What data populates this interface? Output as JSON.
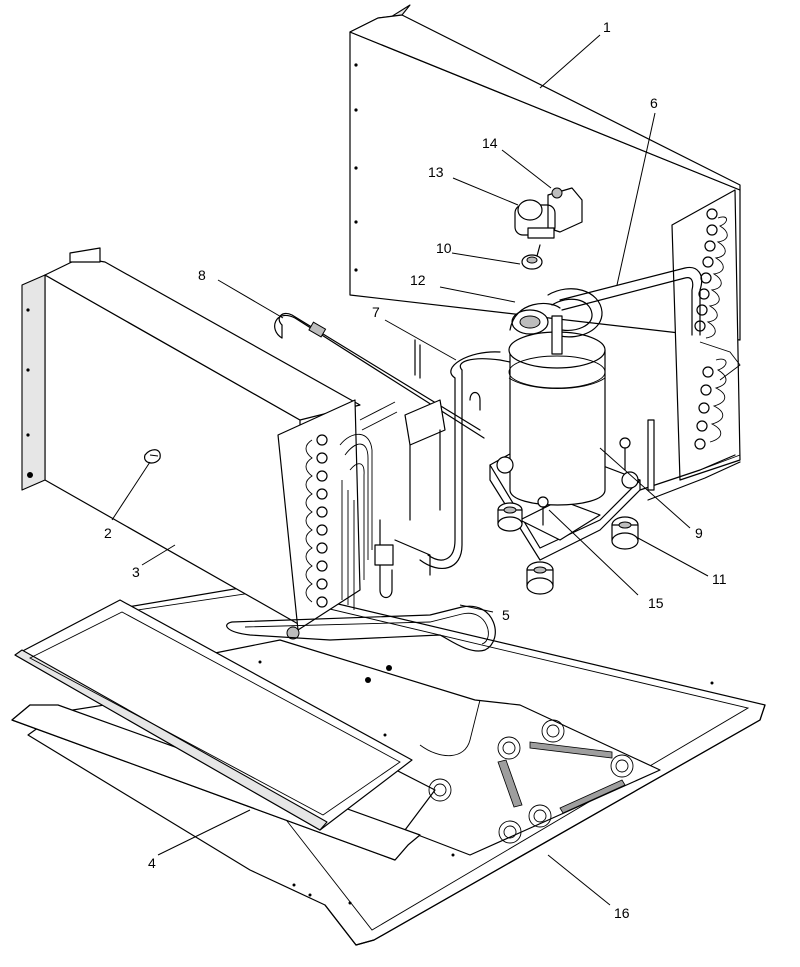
{
  "diagram": {
    "type": "exploded-parts-view",
    "callouts": [
      {
        "id": "1",
        "label": "1"
      },
      {
        "id": "2",
        "label": "2"
      },
      {
        "id": "3",
        "label": "3"
      },
      {
        "id": "4",
        "label": "4"
      },
      {
        "id": "5",
        "label": "5"
      },
      {
        "id": "6",
        "label": "6"
      },
      {
        "id": "7",
        "label": "7"
      },
      {
        "id": "8",
        "label": "8"
      },
      {
        "id": "9",
        "label": "9"
      },
      {
        "id": "10",
        "label": "10"
      },
      {
        "id": "11",
        "label": "11"
      },
      {
        "id": "12",
        "label": "12"
      },
      {
        "id": "13",
        "label": "13"
      },
      {
        "id": "14",
        "label": "14"
      },
      {
        "id": "15",
        "label": "15"
      },
      {
        "id": "16",
        "label": "16"
      }
    ]
  }
}
